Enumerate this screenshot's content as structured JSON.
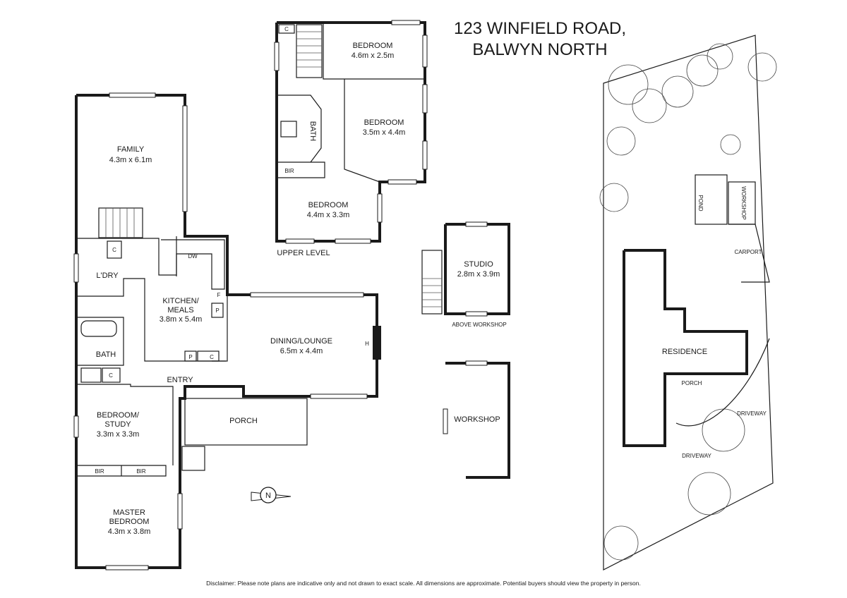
{
  "title": {
    "line1": "123 WINFIELD ROAD,",
    "line2": "BALWYN NORTH"
  },
  "ground_floor": {
    "family": {
      "name": "FAMILY",
      "dims": "4.3m x 6.1m"
    },
    "kitchen": {
      "name1": "KITCHEN/",
      "name2": "MEALS",
      "dims": "3.8m x 5.4m"
    },
    "laundry": "L'DRY",
    "bath": "BATH",
    "dining": {
      "name": "DINING/LOUNGE",
      "dims": "6.5m x 4.4m"
    },
    "entry": "ENTRY",
    "porch": "PORCH",
    "study": {
      "name1": "BEDROOM/",
      "name2": "STUDY",
      "dims": "3.3m x 3.3m"
    },
    "master": {
      "name1": "MASTER",
      "name2": "BEDROOM",
      "dims": "4.3m x 3.8m"
    },
    "bir": "BIR",
    "fixtures": {
      "c": "C",
      "dw": "DW",
      "f": "F",
      "p": "P",
      "h": "H"
    }
  },
  "upper_level": {
    "label": "UPPER LEVEL",
    "bedroom1": {
      "name": "BEDROOM",
      "dims": "4.6m x 2.5m"
    },
    "bedroom2": {
      "name": "BEDROOM",
      "dims": "3.5m x 4.4m"
    },
    "bedroom3": {
      "name": "BEDROOM",
      "dims": "4.4m x 3.3m"
    },
    "bath": "BATH",
    "bir": "BIR",
    "c": "C"
  },
  "studio": {
    "name": "STUDIO",
    "dims": "2.8m x 3.9m",
    "caption": "ABOVE WORKSHOP"
  },
  "workshop": {
    "name": "WORKSHOP"
  },
  "north": "N",
  "site": {
    "residence": "RESIDENCE",
    "porch": "PORCH",
    "driveway": "DRIVEWAY",
    "carport": "CARPORT",
    "workshop": "WORKSHOP",
    "pond": "POND"
  },
  "disclaimer": "Disclaimer: Please note plans are indicative only and not drawn to exact scale. All dimensions are approximate. Potential buyers should view the property in person."
}
